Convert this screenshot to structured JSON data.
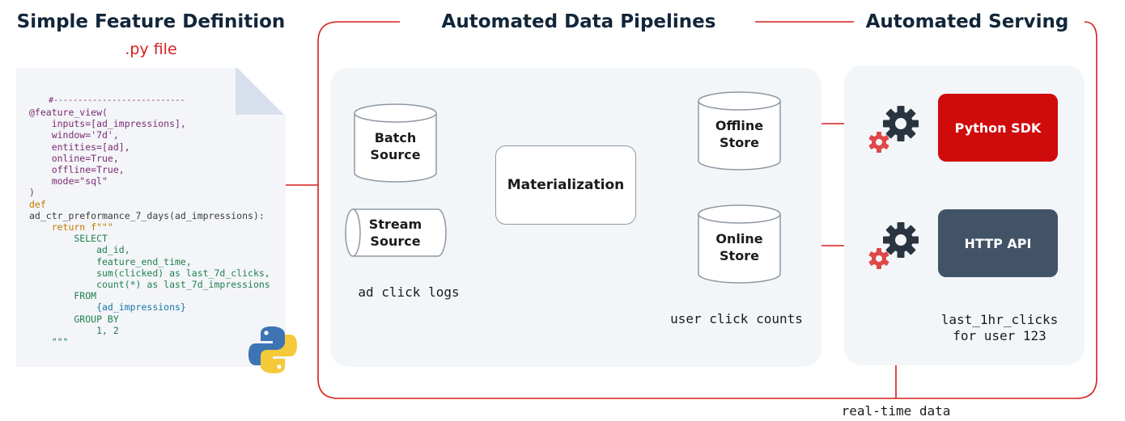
{
  "headings": {
    "left_title": "Simple Feature Definition",
    "left_subtitle": ".py file",
    "pipelines_title": "Automated Data Pipelines",
    "serving_title": "Automated Serving"
  },
  "code": {
    "lines": [
      "@feature_view(",
      "    inputs=[ad_impressions],",
      "    window='7d',",
      "    entities=[ad],",
      "    online=True,",
      "    offline=True,",
      "    mode=\"sql\"",
      ")",
      "def",
      "ad_ctr_preformance_7_days(ad_impressions):",
      "    return f\"\"\"",
      "        SELECT",
      "            ad_id,",
      "            feature_end_time,",
      "            sum(clicked) as last_7d_clicks,",
      "            count(*) as last_7d_impressions",
      "        FROM",
      "            {ad_impressions}",
      "        GROUP BY",
      "            1, 2",
      "    \"\"\""
    ]
  },
  "pipeline": {
    "batch_source": "Batch\nSource",
    "stream_source": "Stream\nSource",
    "materialization": "Materialization",
    "offline_store": "Offline\nStore",
    "online_store": "Online\nStore",
    "ad_click_logs": "ad click logs",
    "user_click_counts": "user click counts"
  },
  "serving": {
    "python_sdk": "Python SDK",
    "http_api": "HTTP API",
    "example_line1": "last_1hr_clicks",
    "example_line2": "for user 123"
  },
  "realtime_label": "real-time data",
  "colors": {
    "accent_red": "#d71e1e",
    "python_sdk_bg": "#d00b0b",
    "http_api_bg": "#435367",
    "heading": "#12263a",
    "panel_bg": "#f3f6f9",
    "gear_dark": "#2a3441",
    "gear_red": "#e04848"
  },
  "icons": [
    "python-logo-icon",
    "gear-icon",
    "database-cylinder-icon"
  ]
}
